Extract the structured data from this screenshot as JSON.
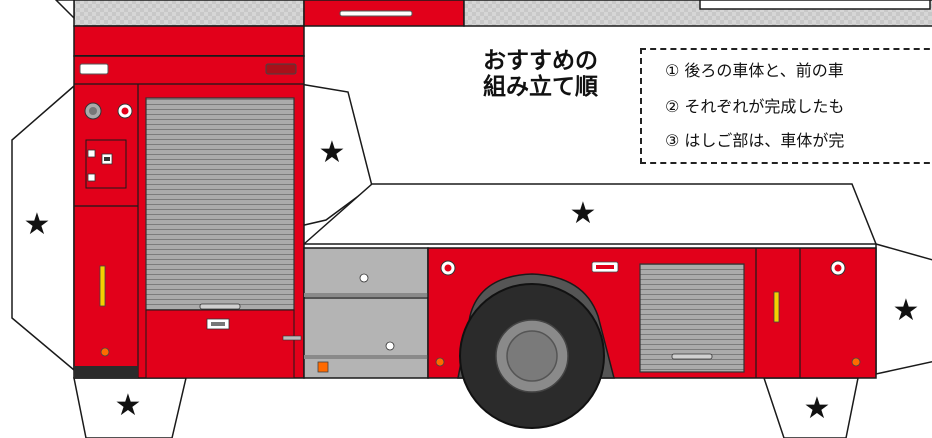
{
  "title": {
    "line1": "おすすめの",
    "line2": "組み立て順"
  },
  "instructions": [
    "① 後ろの車体と、前の車",
    "② それぞれが完成したも",
    "③ はしご部は、車体が完"
  ],
  "star_symbol": "★",
  "colors": {
    "red": "#e2001a",
    "dark_red": "#a8101a",
    "gray": "#b4b4b4",
    "shutter": "#a9a9a9",
    "tire": "#2b2b2b",
    "hub": "#8a8a8a",
    "orange": "#ff6a00",
    "yellow": "#f5d000",
    "outline": "#1a1a1a"
  }
}
